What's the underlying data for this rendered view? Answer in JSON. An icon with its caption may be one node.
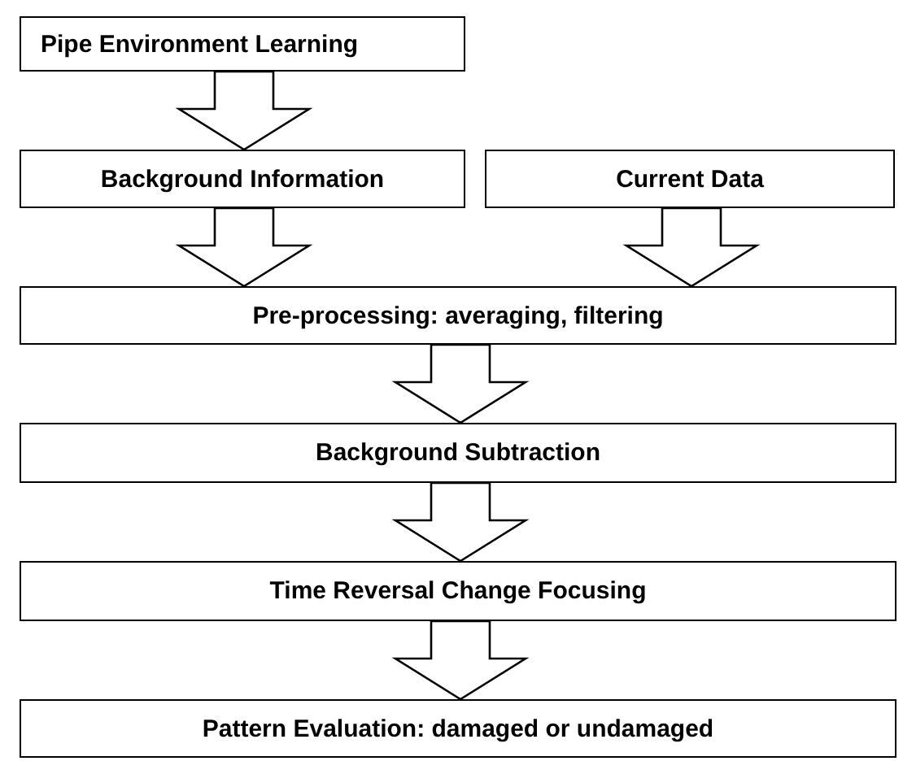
{
  "diagram": {
    "nodes": [
      {
        "text": [
          "Pipe Environment Learning"
        ]
      },
      {
        "text": [
          "Background Information"
        ]
      },
      {
        "text": [
          "Current Data"
        ]
      },
      {
        "text": [
          "Pre-processing: averaging, filtering"
        ]
      },
      {
        "text": [
          "Background Subtraction"
        ]
      },
      {
        "text": [
          "Time Reversal Change Focusing"
        ]
      },
      {
        "text": [
          "Pattern Evaluation: damaged or undamaged"
        ]
      }
    ],
    "edges": [
      {
        "from": 0,
        "to": 1,
        "arrow": "to"
      },
      {
        "from": 1,
        "to": 3,
        "arrow": "to"
      },
      {
        "from": 2,
        "to": 3,
        "arrow": "to"
      },
      {
        "from": 3,
        "to": 4,
        "arrow": "to"
      },
      {
        "from": 4,
        "to": 5,
        "arrow": "to"
      },
      {
        "from": 5,
        "to": 6,
        "arrow": "to"
      }
    ]
  }
}
